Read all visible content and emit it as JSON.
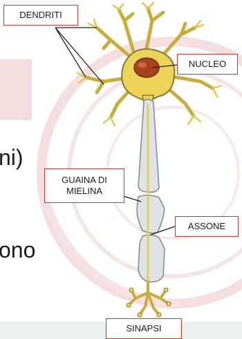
{
  "background_text": {
    "line1": "ni)",
    "line2": "ono"
  },
  "labels": {
    "dendriti": "DENDRITI",
    "nucleo": "NUCLEO",
    "guaina_line1": "GUAINA DI",
    "guaina_line2": "MIELINA",
    "assone": "ASSONE",
    "sinapsi": "SINAPSI"
  },
  "colors": {
    "label_border": "#d1352a",
    "neuron_fill": "#ecd35a",
    "neuron_outline": "#8a7a2a",
    "myelin": "#dfe3e6",
    "nucleus": "#a8421c",
    "seal_pink": "#f1d2d2"
  }
}
